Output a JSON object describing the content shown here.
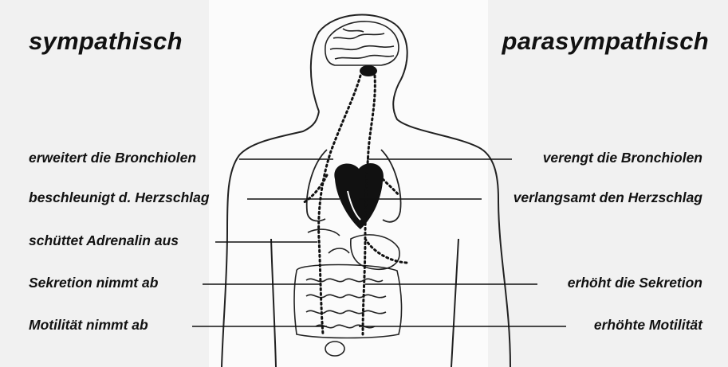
{
  "headings": {
    "sympathetic": "sympathisch",
    "parasympathetic": "parasympathisch"
  },
  "sympathetic_effects": [
    "erweitert die Bronchiolen",
    "beschleunigt d. Herzschlag",
    "schüttet Adrenalin aus",
    "Sekretion nimmt ab",
    "Motilität nimmt ab"
  ],
  "parasympathetic_effects": [
    "verengt die Bronchiolen",
    "verlangsamt den Herzschlag",
    "erhöht die Sekretion",
    "erhöhte Motilität"
  ],
  "colors": {
    "background": "#f1f1f1",
    "center_panel": "#fbfbfb",
    "ink": "#111111"
  }
}
